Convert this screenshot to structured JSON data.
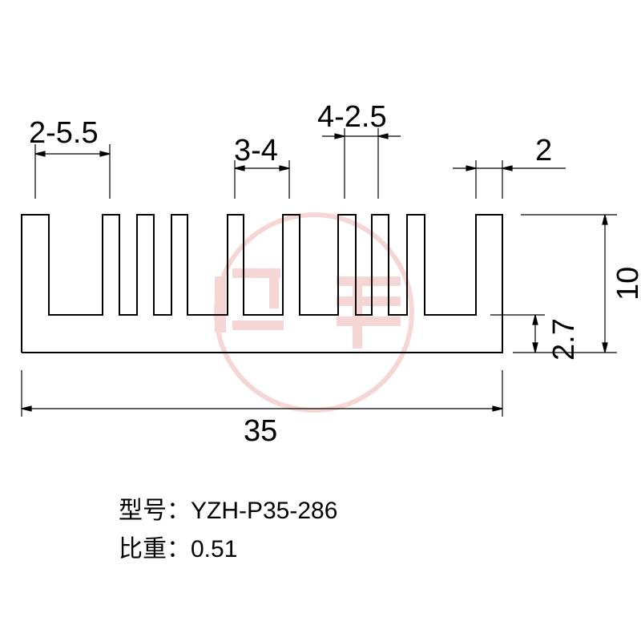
{
  "dimensions": {
    "group_2_5_5": "2-5.5",
    "group_3_4": "3-4",
    "group_4_2_5": "4-2.5",
    "fin_width": "2",
    "height": "10",
    "base_thickness": "2.7",
    "width": "35"
  },
  "info": {
    "model_label": "型号：",
    "model_value": "YZH-P35-286",
    "density_label": "比重：",
    "density_value": "0.51"
  },
  "colors": {
    "line": "#000000",
    "watermark": "#e88a8a"
  },
  "watermark": {
    "icon": "yihong-logo-watermark"
  }
}
